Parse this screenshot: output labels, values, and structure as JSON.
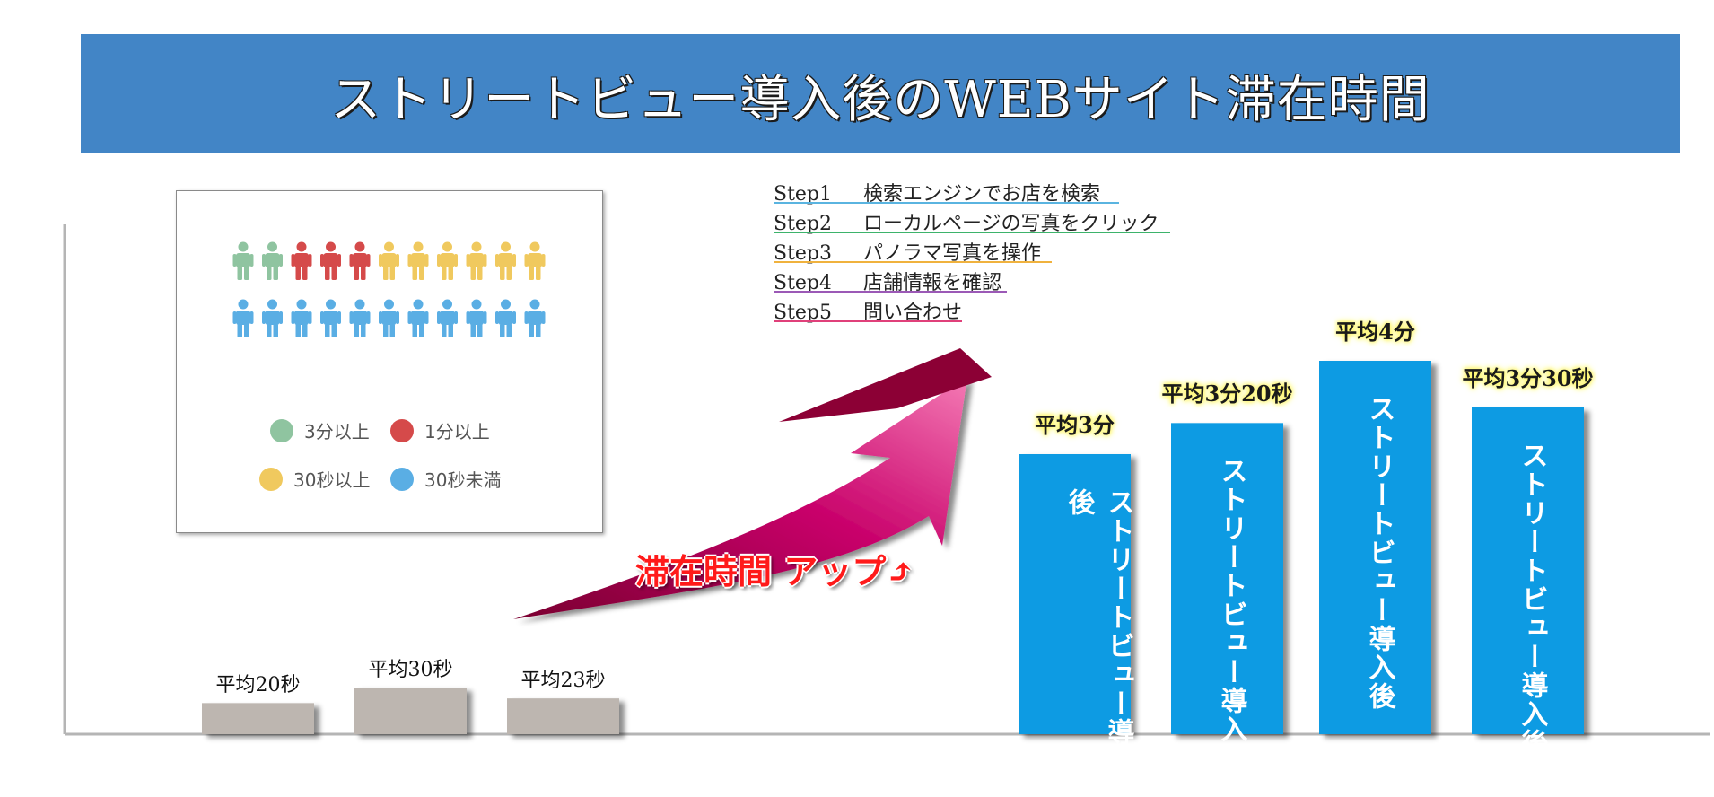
{
  "banner": {
    "title": "ストリートビュー導入後のWEBサイト滞在時間"
  },
  "legend": {
    "items": [
      {
        "label": "3分以上",
        "color": "#8fc4a0"
      },
      {
        "label": "1分以上",
        "color": "#d54a4a"
      },
      {
        "label": "30秒以上",
        "color": "#f0c95e"
      },
      {
        "label": "30秒未満",
        "color": "#5aaee4"
      }
    ],
    "people_rows": [
      [
        "#8fc4a0",
        "#8fc4a0",
        "#d54a4a",
        "#d54a4a",
        "#d54a4a",
        "#f0c95e",
        "#f0c95e",
        "#f0c95e",
        "#f0c95e",
        "#f0c95e",
        "#f0c95e"
      ],
      [
        "#5aaee4",
        "#5aaee4",
        "#5aaee4",
        "#5aaee4",
        "#5aaee4",
        "#5aaee4",
        "#5aaee4",
        "#5aaee4",
        "#5aaee4",
        "#5aaee4",
        "#5aaee4"
      ]
    ]
  },
  "steps": [
    {
      "label": "Step1",
      "text": "検索エンジンでお店を検索",
      "color": "#5ab4e0"
    },
    {
      "label": "Step2",
      "text": "ローカルページの写真をクリック",
      "color": "#3db36b"
    },
    {
      "label": "Step3",
      "text": "パノラマ写真を操作",
      "color": "#f0b23e"
    },
    {
      "label": "Step4",
      "text": "店舗情報を確認",
      "color": "#9b59b6"
    },
    {
      "label": "Step5",
      "text": "問い合わせ",
      "color": "#e0407a"
    }
  ],
  "arrow": {
    "text": "滞在時間 アップ⤴"
  },
  "chart_data": {
    "type": "bar",
    "title": "ストリートビュー導入後のWEBサイト滞在時間",
    "unit": "seconds",
    "ylim": [
      0,
      240
    ],
    "before": {
      "color": "#bdb6b0",
      "bars": [
        {
          "label": "平均20秒",
          "value": 20
        },
        {
          "label": "平均30秒",
          "value": 30
        },
        {
          "label": "平均23秒",
          "value": 23
        }
      ]
    },
    "after": {
      "color": "#0f9be3",
      "bar_text": "ストリートビュー導入後",
      "bars": [
        {
          "label": "平均3分",
          "value": 180
        },
        {
          "label": "平均3分20秒",
          "value": 200
        },
        {
          "label": "平均4分",
          "value": 240
        },
        {
          "label": "平均3分30秒",
          "value": 210
        }
      ]
    }
  }
}
